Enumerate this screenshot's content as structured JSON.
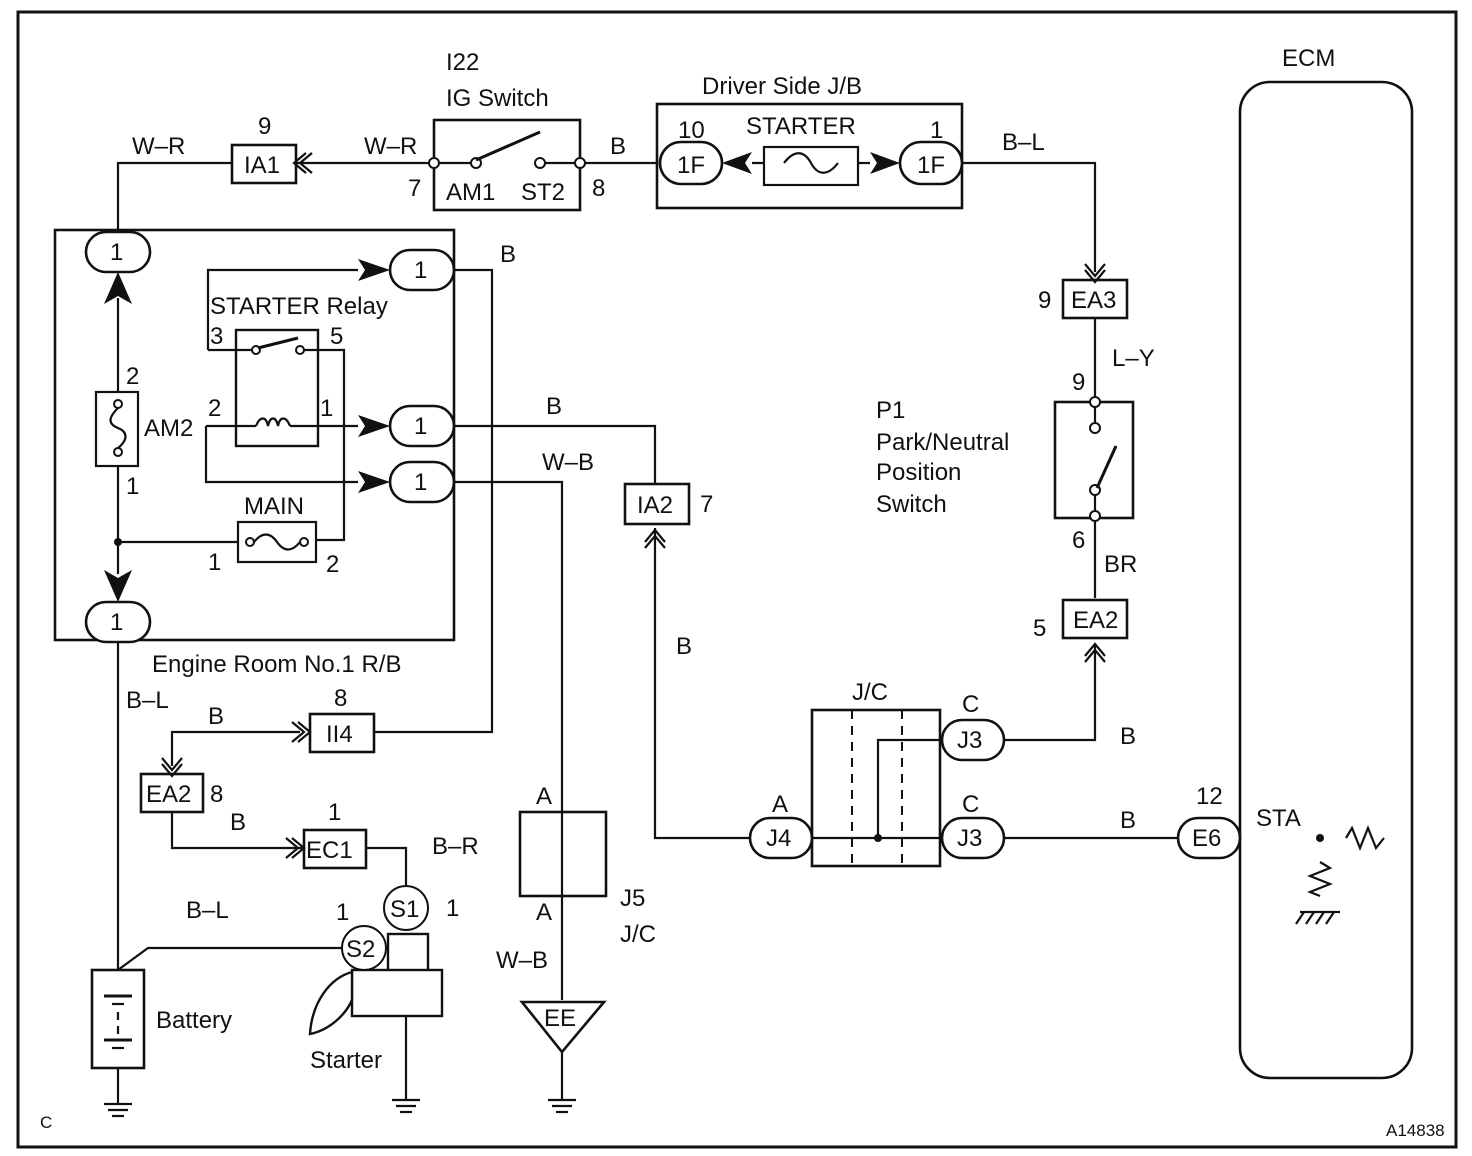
{
  "figure_id": "A14838",
  "corner_letter": "C",
  "ig_switch": {
    "code": "I22",
    "name": "IG Switch",
    "pin_am1": "AM1",
    "pin_st2": "ST2",
    "pin_left": "7",
    "pin_right": "8"
  },
  "driver_jb": {
    "name": "Driver Side J/B",
    "fuse": "STARTER",
    "conn_left": "1F",
    "conn_right": "1F",
    "pin_left": "10",
    "pin_right": "1"
  },
  "ecm": {
    "name": "ECM",
    "conn": "E6",
    "conn_pin": "12",
    "terminal": "STA"
  },
  "engine_rb": {
    "name": "Engine Room No.1 R/B",
    "top_conn": "1",
    "bottom_conn": "1",
    "relay_out": "1",
    "coil_out": "1",
    "main_out": "1"
  },
  "starter_relay": {
    "name": "STARTER Relay",
    "pin3": "3",
    "pin5": "5",
    "pin2": "2",
    "pin1": "1"
  },
  "am2": {
    "name": "AM2",
    "pin_top": "2",
    "pin_bottom": "1"
  },
  "main_fuse": {
    "name": "MAIN",
    "pin_left": "1",
    "pin_right": "2"
  },
  "connectors": {
    "ia1": "IA1",
    "ia1_pin": "9",
    "ia2": "IA2",
    "ia2_pin": "7",
    "ea3": "EA3",
    "ea3_pin": "9",
    "ea2_right": "EA2",
    "ea2_right_pin": "5",
    "ii4": "II4",
    "ii4_pin": "8",
    "ea2_left": "EA2",
    "ea2_left_pin": "8",
    "ec1": "EC1",
    "ec1_pin": "1"
  },
  "pn_switch": {
    "code": "P1",
    "line1": "Park/Neutral",
    "line2": "Position",
    "line3": "Switch",
    "pin_top": "9",
    "pin_bottom": "6"
  },
  "jc": {
    "name": "J/C",
    "j3_top": "J3",
    "j3_bottom": "J3",
    "j4": "J4",
    "label_c1": "C",
    "label_c2": "C",
    "label_a": "A"
  },
  "j5": {
    "name": "J5",
    "sub": "J/C",
    "top": "A",
    "bottom": "A"
  },
  "ground_ee": "EE",
  "battery": "Battery",
  "starter": {
    "name": "Starter",
    "s1": "S1",
    "s2": "S2",
    "pin_s1": "1",
    "pin_s2": "1"
  },
  "wire_colors": {
    "w_r_left": "W–R",
    "w_r_mid": "W–R",
    "b_top": "B",
    "b_l_top": "B–L",
    "b_relay": "B",
    "b_coil": "B",
    "w_b_main": "W–B",
    "l_y": "L–Y",
    "br": "BR",
    "b_ia2": "B",
    "b_j3_top": "B",
    "b_j3_bottom": "B",
    "b_l_left": "B–L",
    "b_ii4": "B",
    "b_ec1": "B",
    "b_r": "B–R",
    "b_l_batt": "B–L",
    "w_b_gnd": "W–B"
  }
}
